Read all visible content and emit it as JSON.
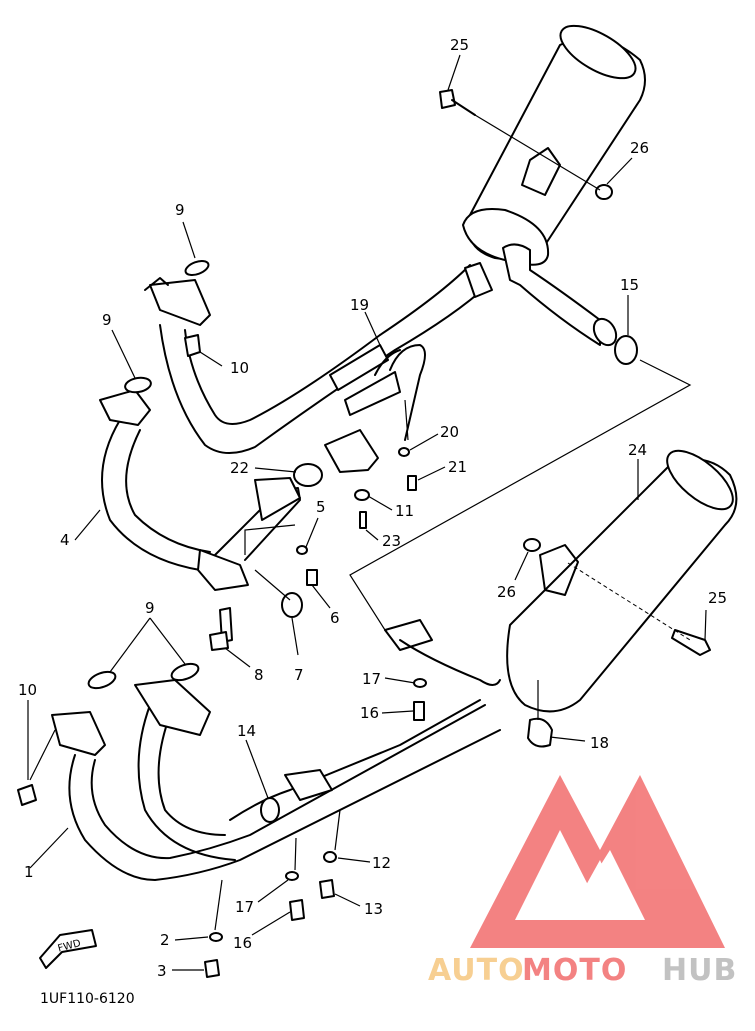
{
  "diagram": {
    "diagram_code": "1UF110-6120",
    "fwd_label": "FWD",
    "callouts": [
      {
        "id": "c25a",
        "text": "25"
      },
      {
        "id": "c26a",
        "text": "26"
      },
      {
        "id": "c9a",
        "text": "9"
      },
      {
        "id": "c10a",
        "text": "10"
      },
      {
        "id": "c19",
        "text": "19"
      },
      {
        "id": "c15",
        "text": "15"
      },
      {
        "id": "c9b",
        "text": "9"
      },
      {
        "id": "c20",
        "text": "20"
      },
      {
        "id": "c22",
        "text": "22"
      },
      {
        "id": "c21",
        "text": "21"
      },
      {
        "id": "c24",
        "text": "24"
      },
      {
        "id": "c11",
        "text": "11"
      },
      {
        "id": "c4",
        "text": "4"
      },
      {
        "id": "c5",
        "text": "5"
      },
      {
        "id": "c23",
        "text": "23"
      },
      {
        "id": "c26b",
        "text": "26"
      },
      {
        "id": "c25b",
        "text": "25"
      },
      {
        "id": "c6",
        "text": "6"
      },
      {
        "id": "c9c",
        "text": "9"
      },
      {
        "id": "c8",
        "text": "8"
      },
      {
        "id": "c7",
        "text": "7"
      },
      {
        "id": "c17a",
        "text": "17"
      },
      {
        "id": "c10b",
        "text": "10"
      },
      {
        "id": "c16a",
        "text": "16"
      },
      {
        "id": "c14",
        "text": "14"
      },
      {
        "id": "c18",
        "text": "18"
      },
      {
        "id": "c1",
        "text": "1"
      },
      {
        "id": "c12",
        "text": "12"
      },
      {
        "id": "c17b",
        "text": "17"
      },
      {
        "id": "c13",
        "text": "13"
      },
      {
        "id": "c2",
        "text": "2"
      },
      {
        "id": "c16b",
        "text": "16"
      },
      {
        "id": "c3",
        "text": "3"
      }
    ]
  },
  "watermark": {
    "brand_part1": "AUTO",
    "brand_part2": "MOTO",
    "brand_part3": "HUB",
    "color_light": "#f6c77f",
    "color_red": "#f26d6d",
    "color_gray": "#b8b8b8"
  }
}
